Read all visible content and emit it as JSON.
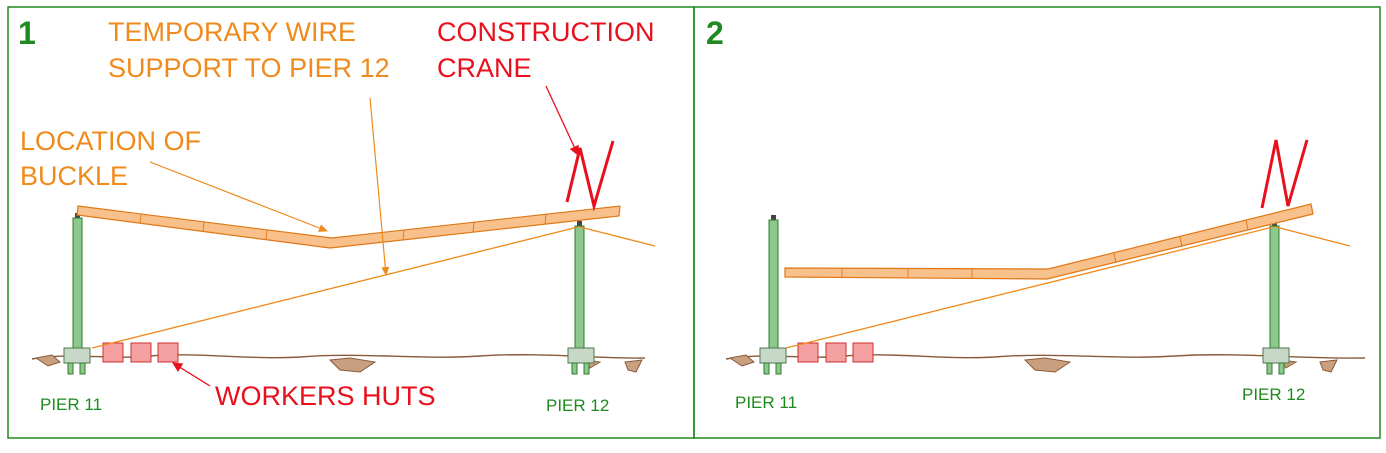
{
  "colors": {
    "frame": "#1f8a1f",
    "label_green": "#1f8a1f",
    "orange": "#f08a1c",
    "red": "#e8101c",
    "girder_fill": "#f8c08a",
    "girder_stroke": "#e07818",
    "pier_fill": "#8dc88d",
    "pier_stroke": "#2f7a2f",
    "pile_cap_fill": "#c8d8c8",
    "hut_fill": "#f4a0a0",
    "hut_stroke": "#d03030",
    "ground": "#8a5a3a",
    "ground_fill": "#c8a080"
  },
  "panel1": {
    "number": "1",
    "annotations": {
      "wire_line1": "TEMPORARY WIRE",
      "wire_line2": "SUPPORT TO PIER 12",
      "crane_line1": "CONSTRUCTION",
      "crane_line2": "CRANE",
      "buckle_line1": "LOCATION OF",
      "buckle_line2": "BUCKLE",
      "huts": "WORKERS HUTS"
    },
    "pier_left": "PIER 11",
    "pier_right": "PIER 12"
  },
  "panel2": {
    "number": "2",
    "pier_left": "PIER 11",
    "pier_right": "PIER 12"
  }
}
